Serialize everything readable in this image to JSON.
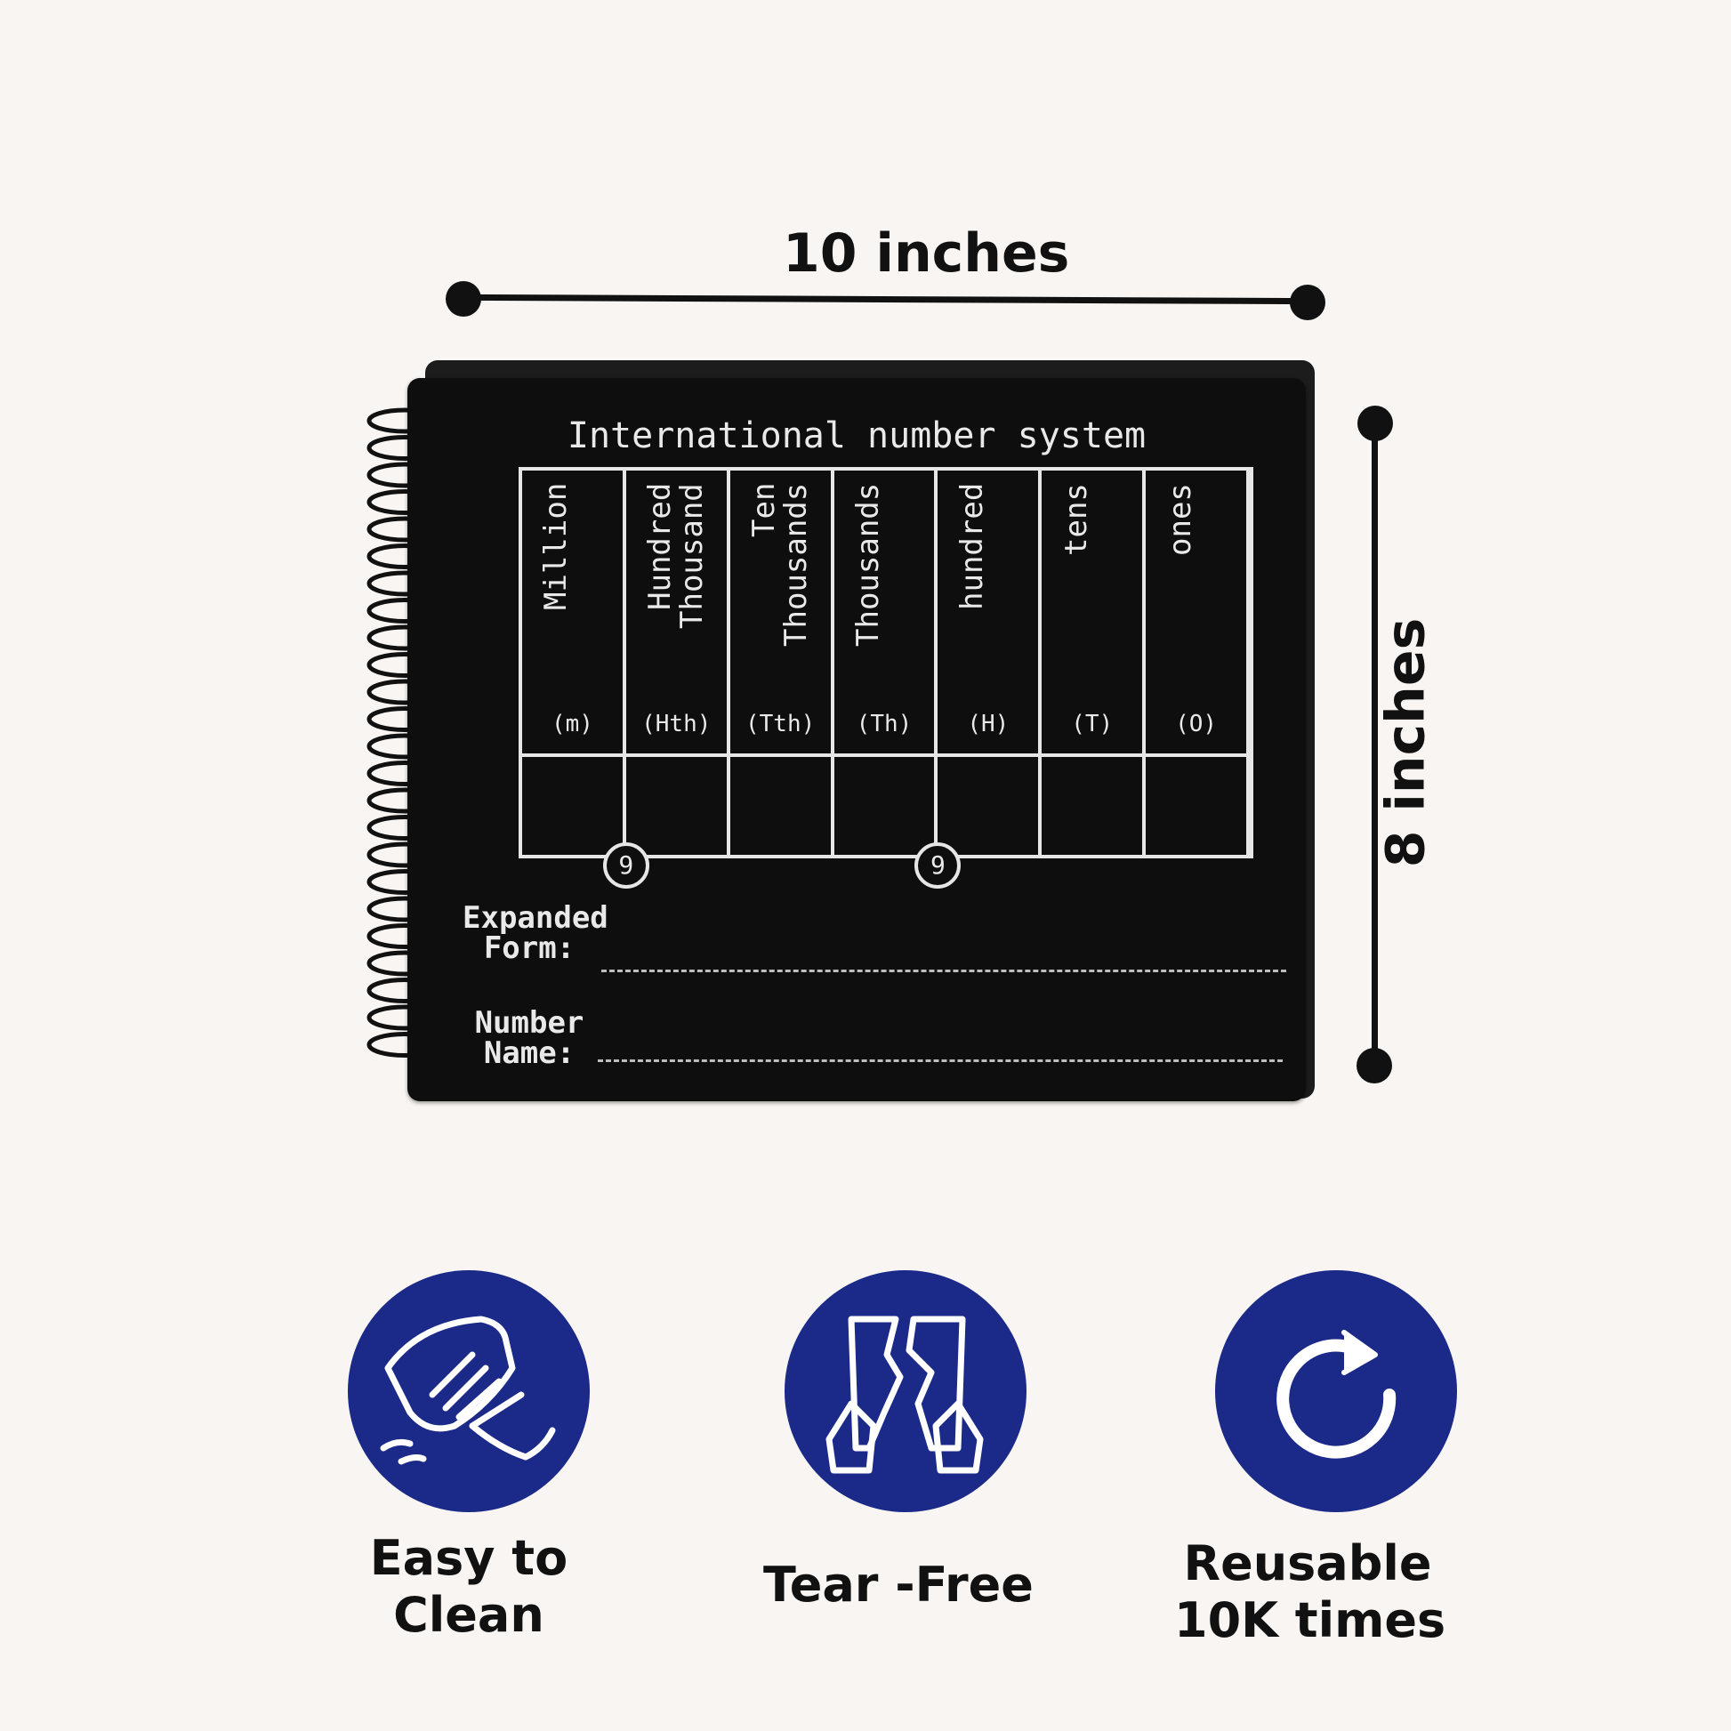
{
  "dimensions": {
    "width_label": "10 inches",
    "height_label": "8 inches"
  },
  "board": {
    "title": "International number system",
    "columns": [
      {
        "name": "Million",
        "abbr": "(m)"
      },
      {
        "name": "Hundred Thousand",
        "abbr": "(Hth)"
      },
      {
        "name": "Ten Thousands",
        "abbr": "(Tth)"
      },
      {
        "name": "Thousands",
        "abbr": "(Th)"
      },
      {
        "name": "hundred",
        "abbr": "(H)"
      },
      {
        "name": "tens",
        "abbr": "(T)"
      },
      {
        "name": "ones",
        "abbr": "(O)"
      }
    ],
    "markers": [
      "9",
      "9"
    ],
    "expanded_form_label": "Expanded Form:",
    "number_name_label": "Number Name:"
  },
  "features": [
    {
      "icon": "wipe-hand-icon",
      "label_1": "Easy to",
      "label_2": "Clean"
    },
    {
      "icon": "tear-free-icon",
      "label_1": "Tear -Free"
    },
    {
      "icon": "reuse-arrow-icon",
      "label_1": "Reusable",
      "label_2": "10K times"
    }
  ],
  "colors": {
    "background": "#f8f5f2",
    "board": "#0e0e0e",
    "icon_circle": "#1b2a88"
  }
}
